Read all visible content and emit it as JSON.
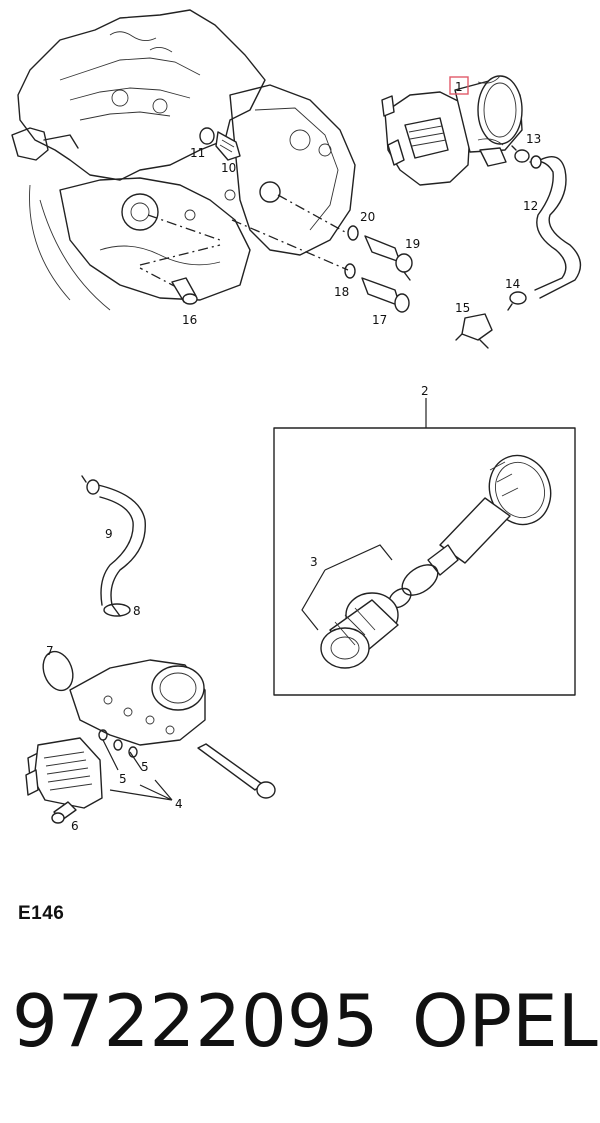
{
  "diagram": {
    "code": "E146",
    "callouts": {
      "c1": "1",
      "c2": "2",
      "c3": "3",
      "c4": "4",
      "c5a": "5",
      "c5b": "5",
      "c6": "6",
      "c7": "7",
      "c8": "8",
      "c9": "9",
      "c10": "10",
      "c11": "11",
      "c12": "12",
      "c13": "13",
      "c14": "14",
      "c15": "15",
      "c16": "16",
      "c17": "17",
      "c18": "18",
      "c19": "19",
      "c20": "20"
    },
    "highlight_color": "#e05a6a"
  },
  "footer": {
    "part_number": "97222095",
    "brand": "OPEL"
  }
}
